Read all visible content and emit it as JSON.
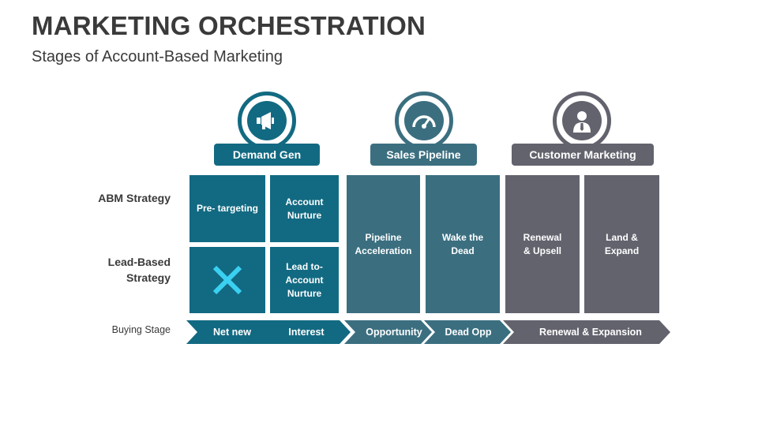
{
  "title": "MARKETING ORCHESTRATION",
  "subtitle": "Stages of Account-Based Marketing",
  "rows": {
    "abm": "ABM Strategy",
    "lead_based": "Lead-Based\nStrategy",
    "buying": "Buying Stage"
  },
  "stages": [
    {
      "label": "Demand Gen",
      "icon": "megaphone-icon",
      "color": "#126a82"
    },
    {
      "label": "Sales Pipeline",
      "icon": "speedometer-icon",
      "color": "#3b6f80"
    },
    {
      "label": "Customer Marketing",
      "icon": "businessman-icon",
      "color": "#63636e"
    }
  ],
  "cells": {
    "pre_targeting": "Pre- targeting",
    "account_nurture": "Account\nNurture",
    "excluded_icon": "x-mark-icon",
    "lead_to_account": "Lead to-\nAccount\nNurture",
    "pipeline_acceleration": "Pipeline\nAcceleration",
    "wake_the_dead": "Wake the\nDead",
    "renewal_upsell": "Renewal\n& Upsell",
    "land_expand": "Land &\nExpand"
  },
  "buying_stages": [
    "Net new",
    "Interest",
    "Opportunity",
    "Dead Opp",
    "Renewal & Expansion"
  ],
  "colors": {
    "teal_dark": "#126a82",
    "teal_mid": "#3b6f80",
    "gray": "#63636e",
    "x_mark": "#3ad0f2"
  }
}
